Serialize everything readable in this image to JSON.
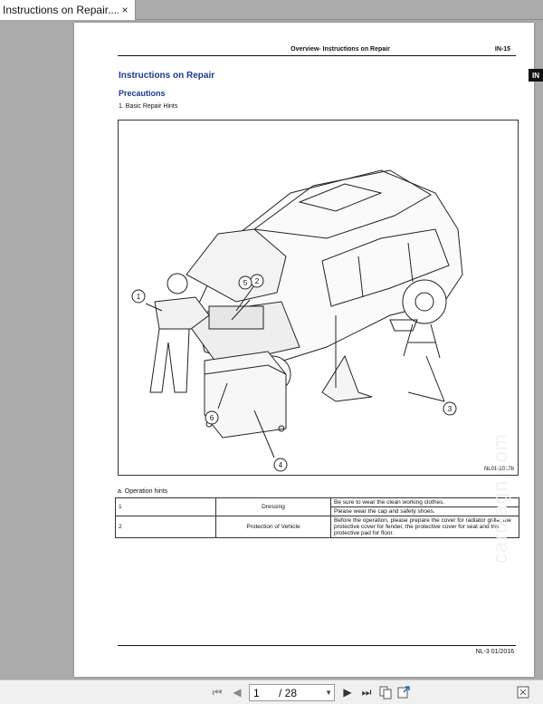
{
  "tab": {
    "title": "Instructions on Repair....",
    "close": "×"
  },
  "page": {
    "header_title": "Overview- Instructions on Repair",
    "header_page": "IN-15",
    "side_badge": "IN",
    "title": "Instructions on Repair",
    "subtitle": "Precautions",
    "section": "1. Basic Repair Hints",
    "figure": {
      "callouts": [
        "1",
        "2",
        "3",
        "4",
        "5",
        "6"
      ],
      "code": "NL01-1017b"
    },
    "operation_caption": "a. Operation hints",
    "hints_table": [
      {
        "num": "1",
        "item": "Dressing",
        "lines": [
          "Be sure to wear the clean working clothes.",
          "Please wear the cap and safety shoes."
        ]
      },
      {
        "num": "2",
        "item": "Protection of Vehicle",
        "lines": [
          "Before the operation, please prepare the cover for radiator grille, the protective cover for fender, the protective cover for seat and the protective pad for floor."
        ]
      }
    ],
    "footer_code": "NL-3 01/2016",
    "watermark": "cardiagn.com"
  },
  "toolbar": {
    "first": "⏮",
    "prev": "◀",
    "page_current": "1",
    "page_sep": "/ 28",
    "next": "▶",
    "last": "⏭",
    "icons": [
      "page-copy-icon",
      "page-export-icon",
      "fit-page-icon"
    ],
    "colors": {
      "disabled": "#8a8a8a",
      "active": "#333333"
    }
  }
}
